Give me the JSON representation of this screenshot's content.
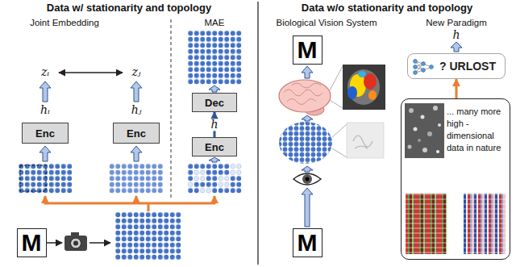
{
  "diagram": {
    "nodes": [
      {
        "text": [
          "Enc"
        ]
      },
      {
        "text": [
          "Enc"
        ]
      },
      {
        "text": [
          "Dec"
        ]
      },
      {
        "text": [
          "Enc"
        ]
      },
      {
        "text": [
          "M"
        ]
      },
      {
        "text": [
          "M"
        ]
      },
      {
        "text": [
          "M"
        ]
      },
      {
        "text": [
          "? URLOST"
        ]
      },
      {
        "text": [
          "... many more high -dimensional data in nature"
        ]
      }
    ],
    "edges": [
      {
        "from": 3,
        "to": 2,
        "arrow": "to",
        "label": "h"
      },
      {
        "from": 8,
        "to": 7,
        "arrow": "to"
      }
    ],
    "labels": [
      "Data w/ stationarity and topology",
      "Joint Embedding",
      "MAE",
      "zᵢ",
      "zⱼ",
      "hᵢ",
      "hⱼ",
      "Data w/o stationarity and topology",
      "Biological Vision System",
      "New Paradigm",
      "h"
    ]
  }
}
